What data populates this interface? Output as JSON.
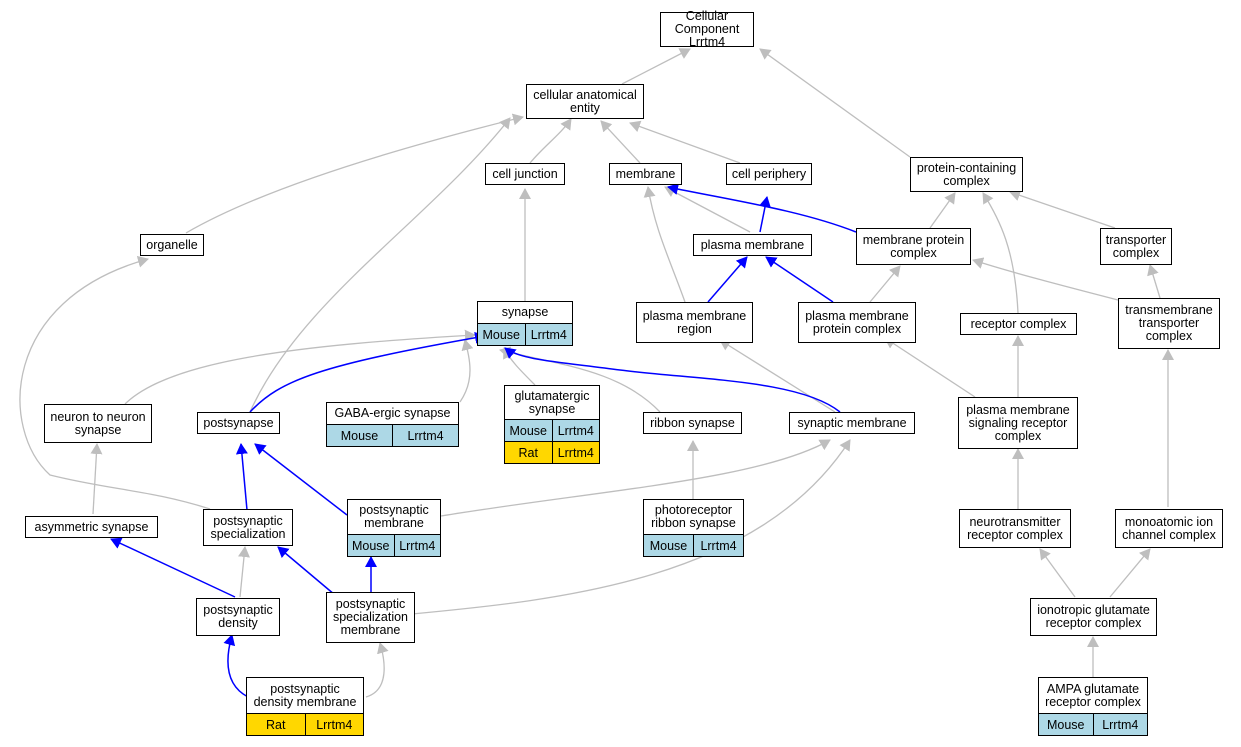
{
  "root": {
    "title": "Cellular Component\nLrrtm4"
  },
  "colors": {
    "mouse": "#add8e6",
    "rat": "#ffd700",
    "edge_gray": "#bebebe",
    "edge_blue": "#0000ff"
  },
  "nodes": {
    "cellular_anatomical_entity": "cellular anatomical\nentity",
    "cell_junction": "cell junction",
    "membrane": "membrane",
    "cell_periphery": "cell periphery",
    "protein_containing_complex": "protein-containing\ncomplex",
    "organelle": "organelle",
    "plasma_membrane": "plasma membrane",
    "membrane_protein_complex": "membrane protein\ncomplex",
    "transporter_complex": "transporter\ncomplex",
    "plasma_membrane_region": "plasma membrane\nregion",
    "plasma_membrane_protein_complex": "plasma membrane\nprotein complex",
    "receptor_complex": "receptor complex",
    "transmembrane_transporter_complex": "transmembrane\ntransporter\ncomplex",
    "neuron_to_neuron_synapse": "neuron to neuron\nsynapse",
    "postsynapse": "postsynapse",
    "ribbon_synapse": "ribbon synapse",
    "synaptic_membrane": "synaptic membrane",
    "plasma_membrane_signaling_receptor_complex": "plasma membrane\nsignaling receptor\ncomplex",
    "asymmetric_synapse": "asymmetric synapse",
    "postsynaptic_specialization": "postsynaptic\nspecialization",
    "neurotransmitter_receptor_complex": "neurotransmitter\nreceptor complex",
    "monoatomic_ion_channel_complex": "monoatomic ion\nchannel complex",
    "postsynaptic_density": "postsynaptic\ndensity",
    "postsynaptic_specialization_membrane": "postsynaptic\nspecialization\nmembrane",
    "ionotropic_glutamate_receptor_complex": "ionotropic glutamate\nreceptor complex"
  },
  "annotated_terms": {
    "synapse": {
      "label": "synapse",
      "rows": [
        {
          "species": "Mouse",
          "gene": "Lrrtm4"
        }
      ]
    },
    "gaba_ergic_synapse": {
      "label": "GABA-ergic synapse",
      "rows": [
        {
          "species": "Mouse",
          "gene": "Lrrtm4"
        }
      ]
    },
    "glutamatergic_synapse": {
      "label": "glutamatergic\nsynapse",
      "rows": [
        {
          "species": "Mouse",
          "gene": "Lrrtm4"
        },
        {
          "species": "Rat",
          "gene": "Lrrtm4"
        }
      ]
    },
    "postsynaptic_membrane": {
      "label": "postsynaptic\nmembrane",
      "rows": [
        {
          "species": "Mouse",
          "gene": "Lrrtm4"
        }
      ]
    },
    "photoreceptor_ribbon_synapse": {
      "label": "photoreceptor\nribbon synapse",
      "rows": [
        {
          "species": "Mouse",
          "gene": "Lrrtm4"
        }
      ]
    },
    "postsynaptic_density_membrane": {
      "label": "postsynaptic\ndensity membrane",
      "rows": [
        {
          "species": "Rat",
          "gene": "Lrrtm4"
        }
      ]
    },
    "ampa_glutamate_receptor_complex": {
      "label": "AMPA glutamate\nreceptor complex",
      "rows": [
        {
          "species": "Mouse",
          "gene": "Lrrtm4"
        }
      ]
    }
  }
}
